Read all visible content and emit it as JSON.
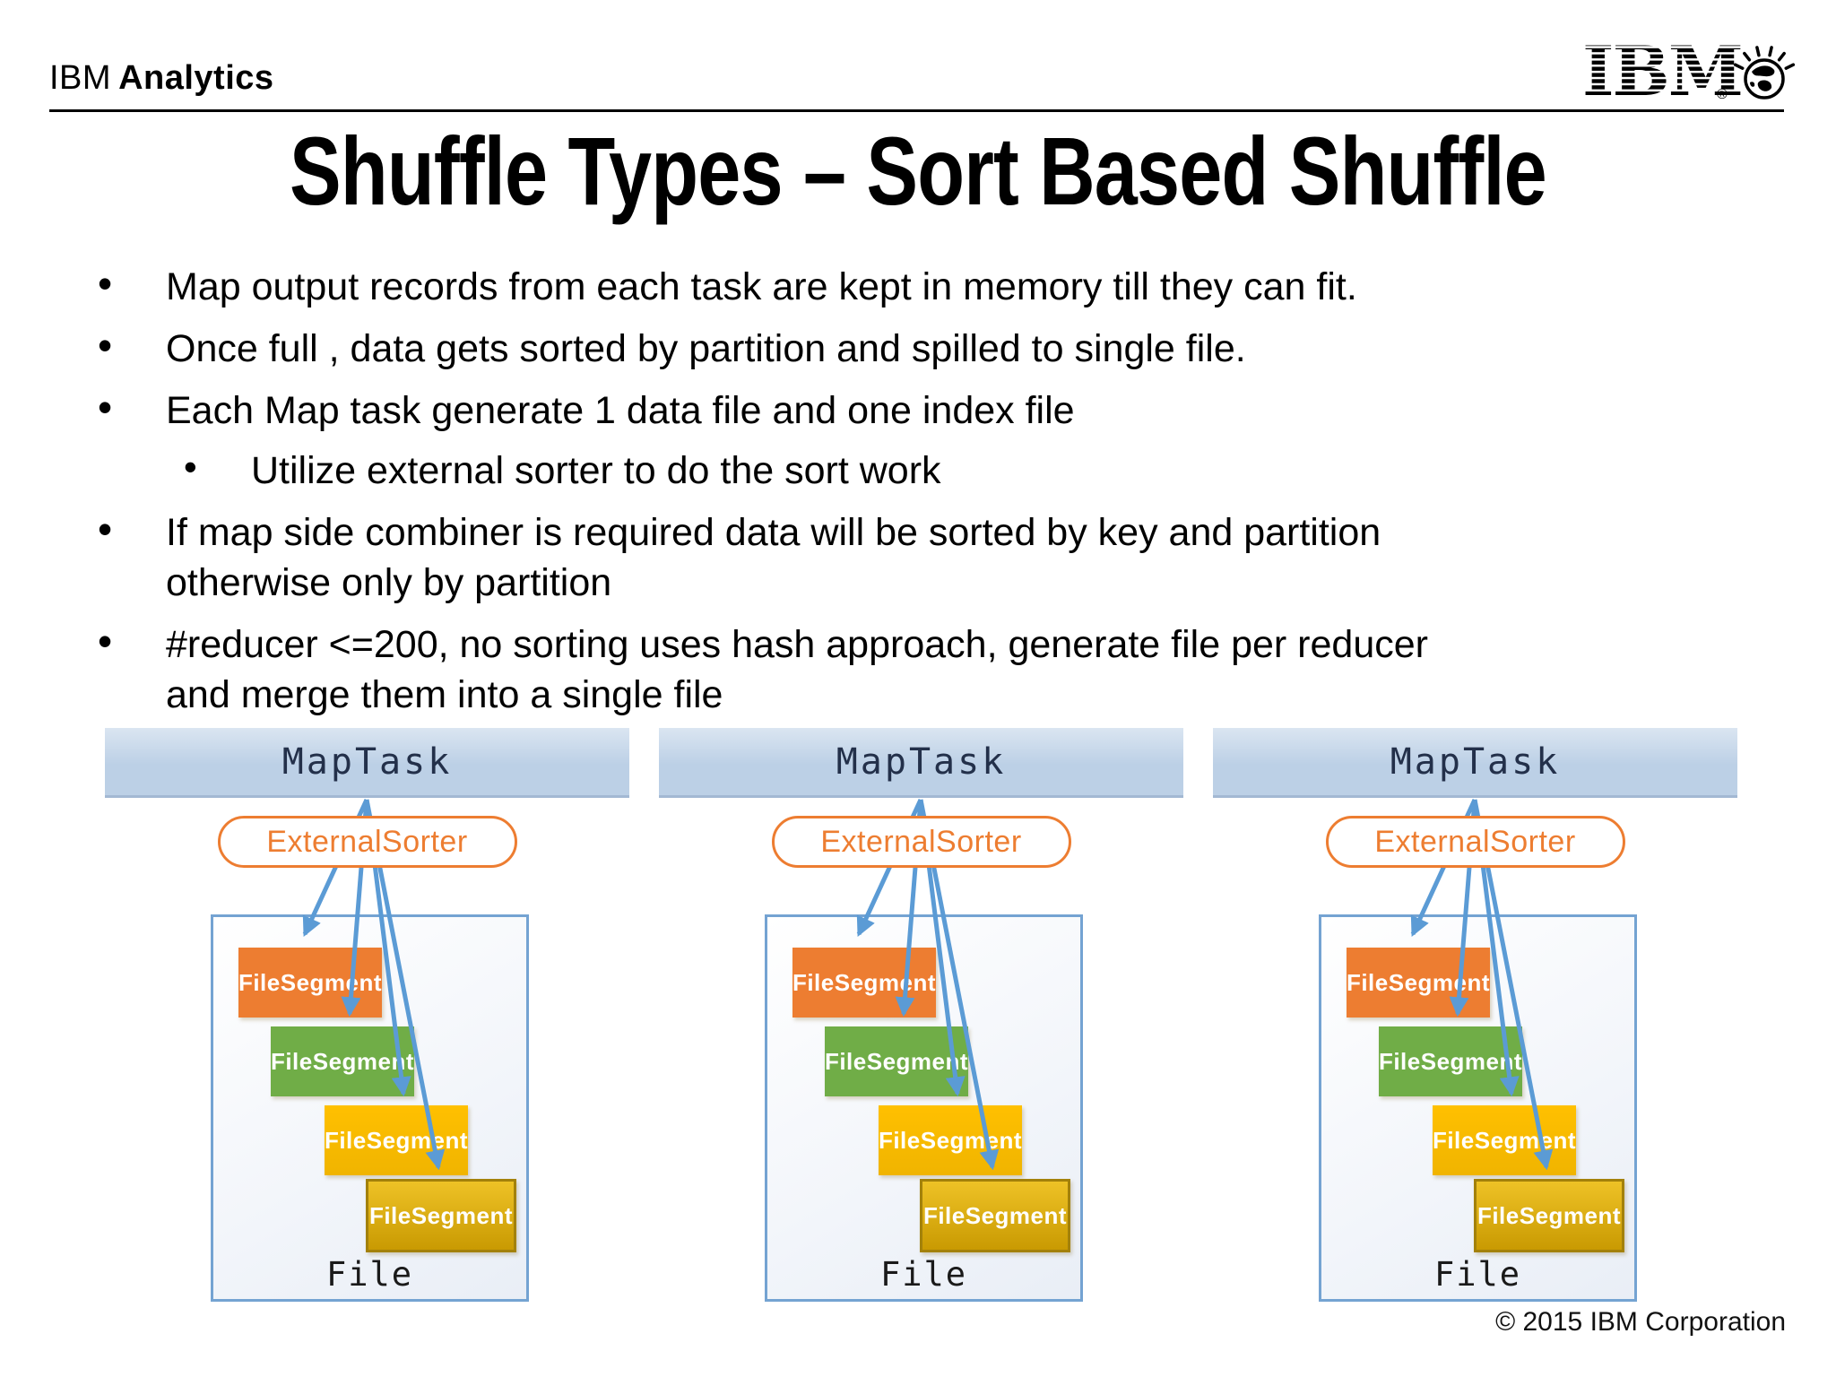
{
  "header": {
    "brand": {
      "prefix": "IBM",
      "suffix": "Analytics"
    },
    "logo": {
      "text": "IBM",
      "registered": "®"
    }
  },
  "title": "Shuffle Types – Sort Based Shuffle",
  "bullets": [
    "Map output records from each task are kept in memory till they can fit.",
    "Once full , data gets sorted by partition and spilled to single file.",
    "Each Map task generate 1 data file and one index file",
    "Utilize external sorter to do the sort work",
    "If map side combiner is required data will be sorted by key and partition\notherwise only by partition",
    "#reducer <=200, no sorting uses hash approach, generate file per reducer\nand merge them into a single file"
  ],
  "diagram": {
    "columns": [
      {
        "task": "MapTask",
        "sorter": "ExternalSorter",
        "file": "File",
        "segments": [
          "FileSegment",
          "FileSegment",
          "FileSegment",
          "FileSegment"
        ]
      },
      {
        "task": "MapTask",
        "sorter": "ExternalSorter",
        "file": "File",
        "segments": [
          "FileSegment",
          "FileSegment",
          "FileSegment",
          "FileSegment"
        ]
      },
      {
        "task": "MapTask",
        "sorter": "ExternalSorter",
        "file": "File",
        "segments": [
          "FileSegment",
          "FileSegment",
          "FileSegment",
          "FileSegment"
        ]
      }
    ],
    "colors": {
      "map_task_fill": "#bcd0e6",
      "sorter_accent": "#ED7D31",
      "arrow": "#5B9BD5",
      "file_border": "#74A3D2",
      "segment_orange": "#ED7D31",
      "segment_green": "#70AD47",
      "segment_yellow": "#FFC000",
      "segment_gold": "#C99A02"
    }
  },
  "footer": {
    "copyright": "© 2015 IBM Corporation"
  }
}
